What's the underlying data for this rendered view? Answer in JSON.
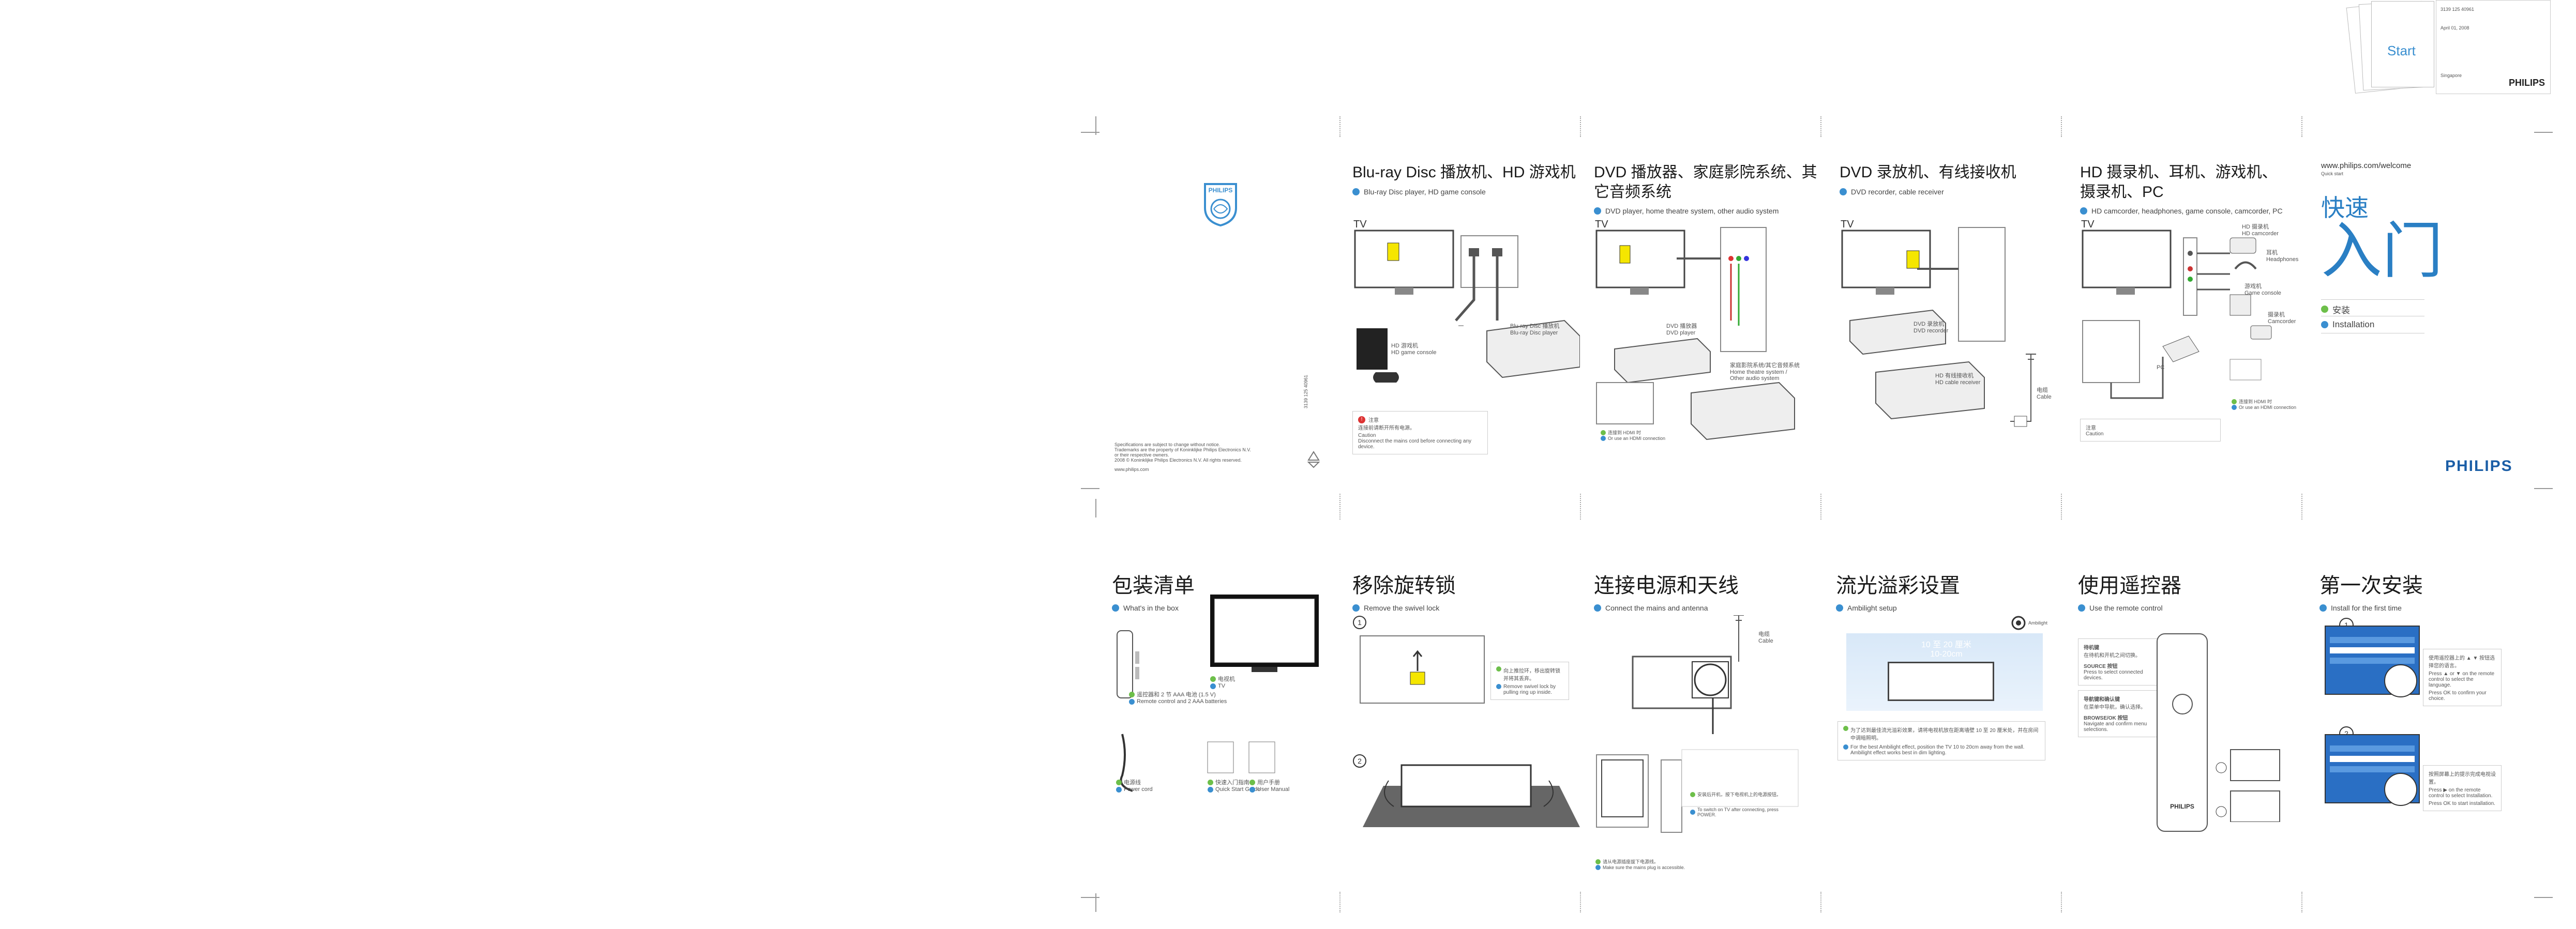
{
  "top_right": {
    "small_texts": [
      "3139 125 40961",
      "April 01, 2008",
      "Singapore"
    ],
    "start_label": "Start",
    "brand": "PHILIPS"
  },
  "back_panel": {
    "legal_lines": [
      "Specifications are subject to change without notice.",
      "Trademarks are the property of Koninklijke Philips Electronics N.V.",
      "or their respective owners.",
      "2008 © Koninklijke Philips Electronics N.V. All rights reserved."
    ],
    "website": "www.philips.com",
    "code_vertical": "3139 125 40961"
  },
  "front_cover": {
    "url_line1": "www.philips.com/welcome",
    "url_line2": "Quick start",
    "title_zh_1": "快速",
    "title_zh_2": "入门",
    "items": [
      {
        "label": "安装"
      },
      {
        "label": "Installation"
      }
    ],
    "brand": "PHILIPS"
  },
  "top_panels": [
    {
      "title": "Blu-ray Disc 播放机、HD 游戏机",
      "sub": "Blu-ray Disc player, HD game console",
      "tv": "TV",
      "dev1_zh": "HD 游戏机",
      "dev1_en": "HD game console",
      "dev2_zh": "Blu-ray Disc 播放机",
      "dev2_en": "Blu-ray Disc player",
      "caution_zh": "注意",
      "caution_line": "连接前请断开所有电源。",
      "caution_en": "Caution",
      "caution_en_line": "Disconnect the mains cord before connecting any device."
    },
    {
      "title": "DVD 播放器、家庭影院系统、其它音频系统",
      "sub": "DVD player, home theatre system, other audio system",
      "tv": "TV",
      "dev1_zh": "DVD 播放器",
      "dev1_en": "DVD player",
      "dev2_zh": "家庭影院系统/其它音频系统",
      "dev2_en": "Home theatre system / Other audio system",
      "hdmi_note": "连接到 HDMI 时",
      "hdmi_note_en": "Or use an HDMI connection"
    },
    {
      "title": "DVD 录放机、有线接收机",
      "sub": "DVD recorder, cable receiver",
      "tv": "TV",
      "dev1_zh": "DVD 录放机",
      "dev1_en": "DVD recorder",
      "dev2_zh": "HD 有线接收机",
      "dev2_en": "HD cable receiver",
      "antenna": "电缆",
      "antenna_en": "Cable"
    },
    {
      "title": "HD 摄录机、耳机、游戏机、\n摄录机、PC",
      "sub": "HD camcorder, headphones, game console, camcorder, PC",
      "tv": "TV",
      "devs": [
        {
          "zh": "HD 摄录机",
          "en": "HD camcorder"
        },
        {
          "zh": "耳机",
          "en": "Headphones"
        },
        {
          "zh": "游戏机",
          "en": "Game console"
        },
        {
          "zh": "摄录机",
          "en": "Camcorder"
        }
      ],
      "pc": "PC",
      "hdmi_note": "连接到 HDMI 时",
      "hdmi_note_en": "Or use an HDMI connection",
      "caution_zh": "注意",
      "caution_en": "Caution"
    }
  ],
  "bottom_panels": [
    {
      "title": "包装清单",
      "sub": "What's in the box",
      "items": [
        {
          "zh": "遥控器和 2 节 AAA 电池 (1.5 V)",
          "en": "Remote control and 2 AAA batteries"
        },
        {
          "zh": "电视机",
          "en": "TV"
        },
        {
          "zh": "电源线",
          "en": "Power cord"
        },
        {
          "zh": "快速入门指南",
          "en": "Quick Start Guide"
        },
        {
          "zh": "用户手册",
          "en": "User Manual"
        }
      ]
    },
    {
      "title": "移除旋转锁",
      "sub": "Remove the swivel lock",
      "step1": "1",
      "step2": "2",
      "note_zh": "向上推拉环，移出旋转锁并将其丢弃。",
      "note_en": "Remove swivel lock by pulling ring up inside."
    },
    {
      "title": "连接电源和天线",
      "sub": "Connect the mains and antenna",
      "antenna": "电缆",
      "antenna_en": "Cable",
      "note_zh": "安装后开机，按下电视机上的电源按钮。",
      "note_en": "To switch on TV after connecting, press POWER.",
      "footer_zh": "请从电源插座拔下电源线。",
      "footer_en": "Make sure the mains plug is accessible."
    },
    {
      "title": "流光溢彩设置",
      "sub": "Ambilight setup",
      "distance": "10 至 20 厘米",
      "distance_en": "10-20cm",
      "ambilight": "Ambilight",
      "note_zh": "为了达到最佳流光溢彩效果，请将电视机放在距离墙壁 10 至 20 厘米处，并在房间中调暗照明。",
      "note_en": "For the best Ambilight effect, position the TV 10 to 20cm away from the wall. Ambilight effect works best in dim lighting."
    },
    {
      "title": "使用遥控器",
      "sub": "Use the remote control",
      "keys": [
        {
          "label": "待机键",
          "desc": "在待机和开机之间切换。"
        },
        {
          "label": "SOURCE 按钮",
          "desc": "Press to select connected devices."
        },
        {
          "label": "导航键和确认键",
          "desc": "在菜单中导航，确认选择。"
        },
        {
          "label": "BROWSE/OK 按钮",
          "desc": "Navigate and confirm menu selections."
        }
      ],
      "brand": "PHILIPS"
    },
    {
      "title": "第一次安装",
      "sub": "Install for the first time",
      "step1": "1",
      "step2": "2",
      "s1_zh": "使用遥控器上的 ▲ ▼ 按钮选择您的语言。",
      "s1_en": "Press ▲ or ▼ on the remote control to select the language.",
      "s1_ok": "Press OK to confirm your choice.",
      "s2_zh": "按照屏幕上的提示完成电视设置。",
      "s2_en": "Press ▶ on the remote control to select Installation.",
      "s2_ok": "Press OK to start installation."
    }
  ]
}
